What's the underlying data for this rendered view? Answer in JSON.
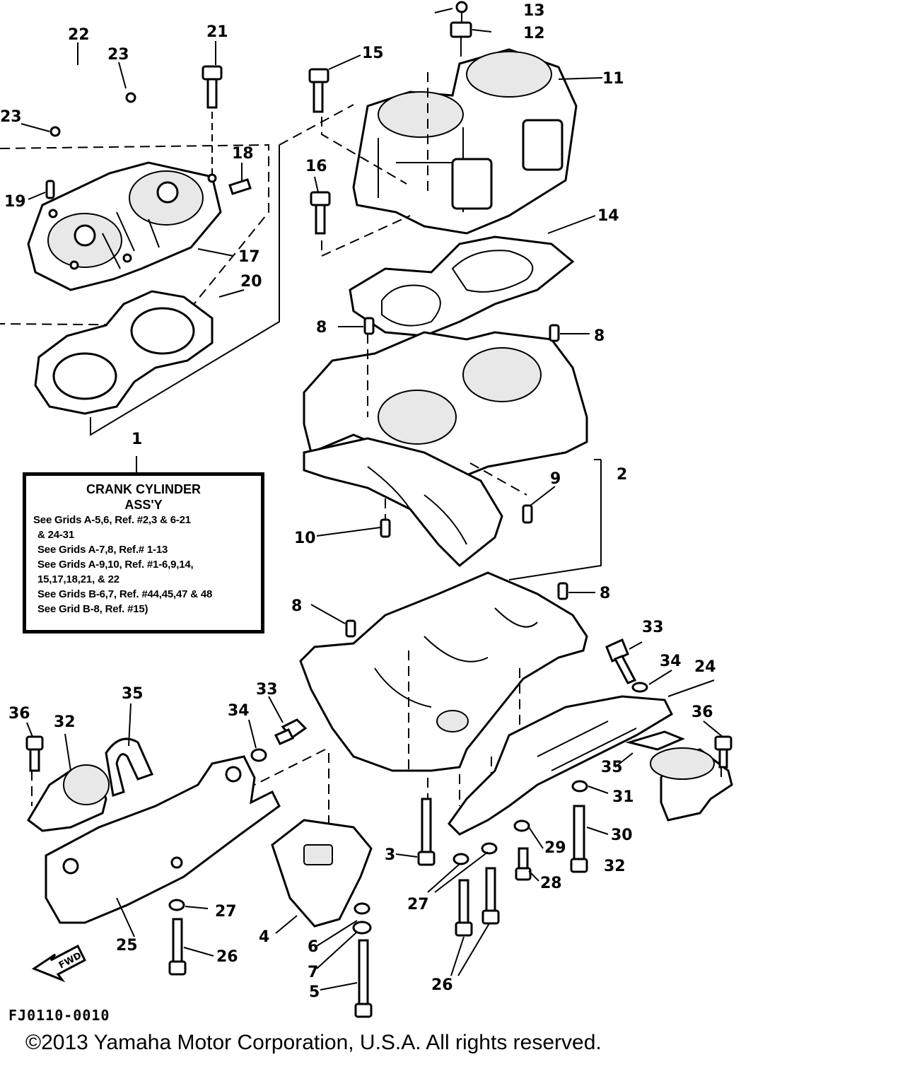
{
  "diagram_code": "FJ0110-0010",
  "copyright": "©2013 Yamaha Motor Corporation, U.S.A. All rights reserved.",
  "fwd_label": "FWD",
  "crank_box": {
    "title_line1": "CRANK CYLINDER",
    "title_line2": "ASS'Y",
    "notes": [
      "See Grids A-5,6, Ref. #2,3 & 6-21",
      "& 24-31",
      "See Grids A-7,8, Ref.# 1-13",
      "See  Grids  A-9,10,  Ref.  #1-6,9,14,",
      "15,17,18,21, & 22",
      "See Grids B-6,7, Ref. #44,45,47 & 48",
      "See Grid B-8, Ref. #15)"
    ]
  },
  "callouts": {
    "c1": "1",
    "c2": "2",
    "c3": "3",
    "c4": "4",
    "c5": "5",
    "c6": "6",
    "c7": "7",
    "c8a": "8",
    "c8b": "8",
    "c8c": "8",
    "c8d": "8",
    "c9": "9",
    "c10": "10",
    "c11": "11",
    "c12": "12",
    "c13": "13",
    "c14": "14",
    "c15": "15",
    "c16": "16",
    "c17": "17",
    "c18": "18",
    "c19": "19",
    "c20": "20",
    "c21": "21",
    "c22": "22",
    "c23a": "23",
    "c23b": "23",
    "c24": "24",
    "c25": "25",
    "c26a": "26",
    "c26b": "26",
    "c27a": "27",
    "c27b": "27",
    "c28": "28",
    "c29": "29",
    "c30": "30",
    "c31": "31",
    "c32a": "32",
    "c32b": "32",
    "c33a": "33",
    "c33b": "33",
    "c34a": "34",
    "c34b": "34",
    "c35a": "35",
    "c35b": "35",
    "c36a": "36",
    "c36b": "36"
  }
}
